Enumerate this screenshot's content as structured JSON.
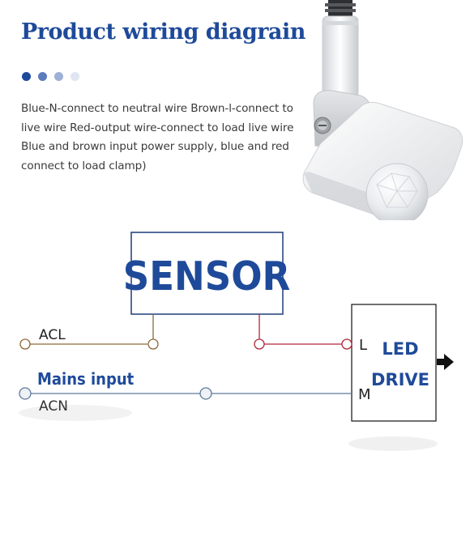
{
  "header": {
    "title": "Product wiring diagrain"
  },
  "pager": {
    "dots": [
      {
        "color": "#1f4a9a",
        "active": true
      },
      {
        "color": "#5b7bbd",
        "active": false
      },
      {
        "color": "#9db0d8",
        "active": false
      },
      {
        "color": "#dfe5f1",
        "active": false
      }
    ]
  },
  "description": "Blue-N-connect to neutral wire Brown-l-connect to live wire Red-output wire-connect to load live wire Blue and brown input power supply, blue and red connect to load clamp)",
  "diagram": {
    "sensor_label": "SENSOR",
    "acl_label": "ACL",
    "acn_label": "ACN",
    "mains_label": "Mains input",
    "terminal_l": "L",
    "terminal_m": "M",
    "driver_line1": "LED",
    "driver_line2": "DRIVE",
    "colors": {
      "brand_blue": "#1f4a9a",
      "live_wire": "#8a6a3a",
      "output_wire": "#b0263a",
      "neutral_wire": "#5f7b9d",
      "box_border": "#1f3d7a"
    }
  },
  "image": {
    "icon": "pir-motion-sensor-product-photo"
  }
}
